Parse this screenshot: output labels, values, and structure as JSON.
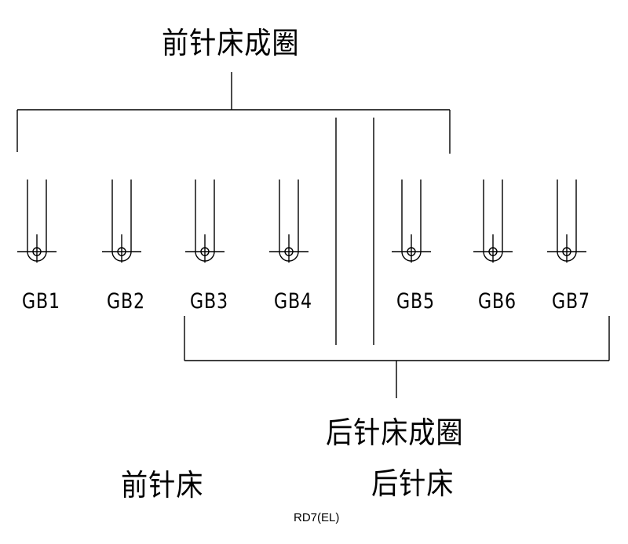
{
  "titles": {
    "front_loop": "前针床成圈",
    "back_loop": "后针床成圈",
    "front_bed": "前针床",
    "back_bed": "后针床"
  },
  "guide_bars": [
    "GB1",
    "GB2",
    "GB3",
    "GB4",
    "GB5",
    "GB6",
    "GB7"
  ],
  "caption": "RD7(EL)"
}
